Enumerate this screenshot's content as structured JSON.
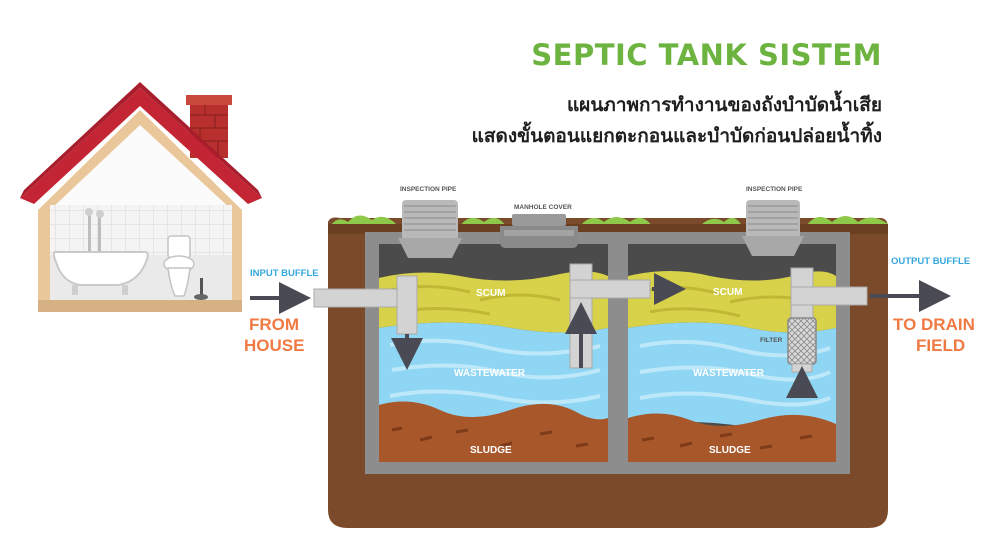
{
  "title": "SEPTIC TANK SISTEM",
  "subtitle_line1": "แผนภาพการทำงานของถังบำบัดน้ำเสีย",
  "subtitle_line2": "แสดงขั้นตอนแยกตะกอนและบำบัดก่อนปล่อยน้ำทิ้ง",
  "labels": {
    "input_buffle": "INPUT BUFFLE",
    "output_buffle": "OUTPUT BUFFLE",
    "from_house_1": "FROM",
    "from_house_2": "HOUSE",
    "to_drain_1": "TO DRAIN",
    "to_drain_2": "FIELD",
    "inspection_pipe_left": "INSPECTION PIPE",
    "inspection_pipe_right": "INSPECTION PIPE",
    "manhole_cover": "MANHOLE COVER",
    "filter": "FILTER",
    "scum_left": "SCUM",
    "scum_right": "SCUM",
    "wastewater_left": "WASTEWATER",
    "wastewater_right": "WASTEWATER",
    "sludge_left": "SLUDGE",
    "sludge_right": "SLUDGE"
  },
  "colors": {
    "title_green": "#6db33f",
    "label_orange": "#f07a43",
    "label_blue": "#35a7e0",
    "soil": "#7a4a2a",
    "water": "#8fd6f4",
    "scum": "#d7d24a",
    "sludge": "#a8572b",
    "tank_wall": "#8d8d8d",
    "roof": "#c42535",
    "grass": "#8fc94a"
  }
}
